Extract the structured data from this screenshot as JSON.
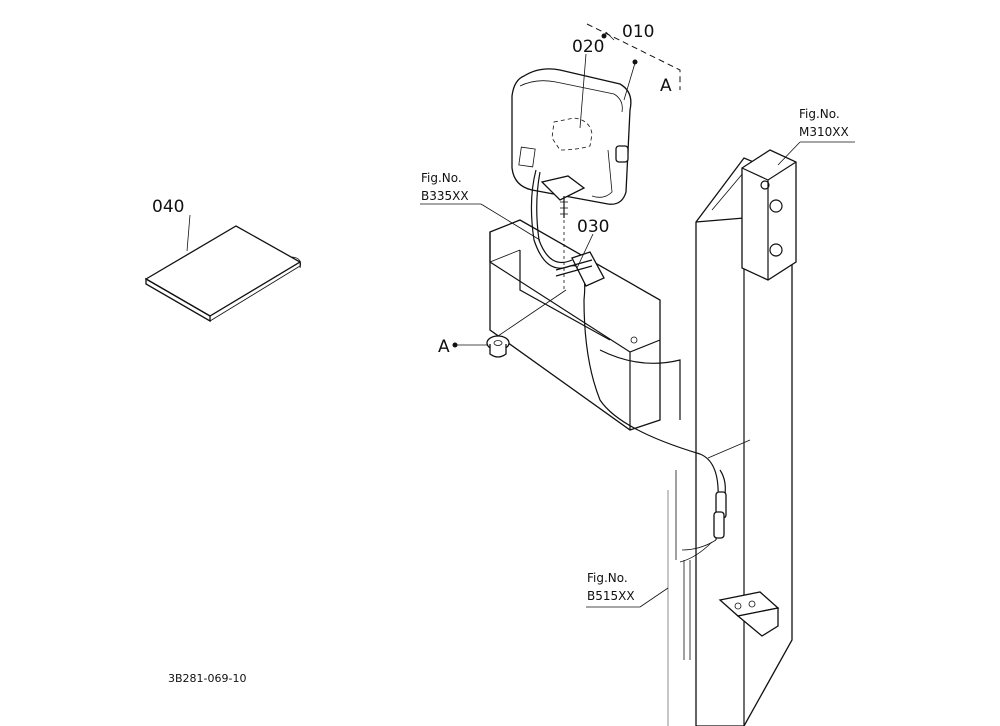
{
  "parts": {
    "p010": "010",
    "p020": "020",
    "p030": "030",
    "p040": "040"
  },
  "refs": {
    "a_top": "A",
    "a_left": "A"
  },
  "figs": {
    "b335": {
      "label": "Fig.No.",
      "code": "B335XX"
    },
    "m310": {
      "label": "Fig.No.",
      "code": "M310XX"
    },
    "b515": {
      "label": "Fig.No.",
      "code": "B515XX"
    }
  },
  "drawing_id": "3B281-069-10"
}
